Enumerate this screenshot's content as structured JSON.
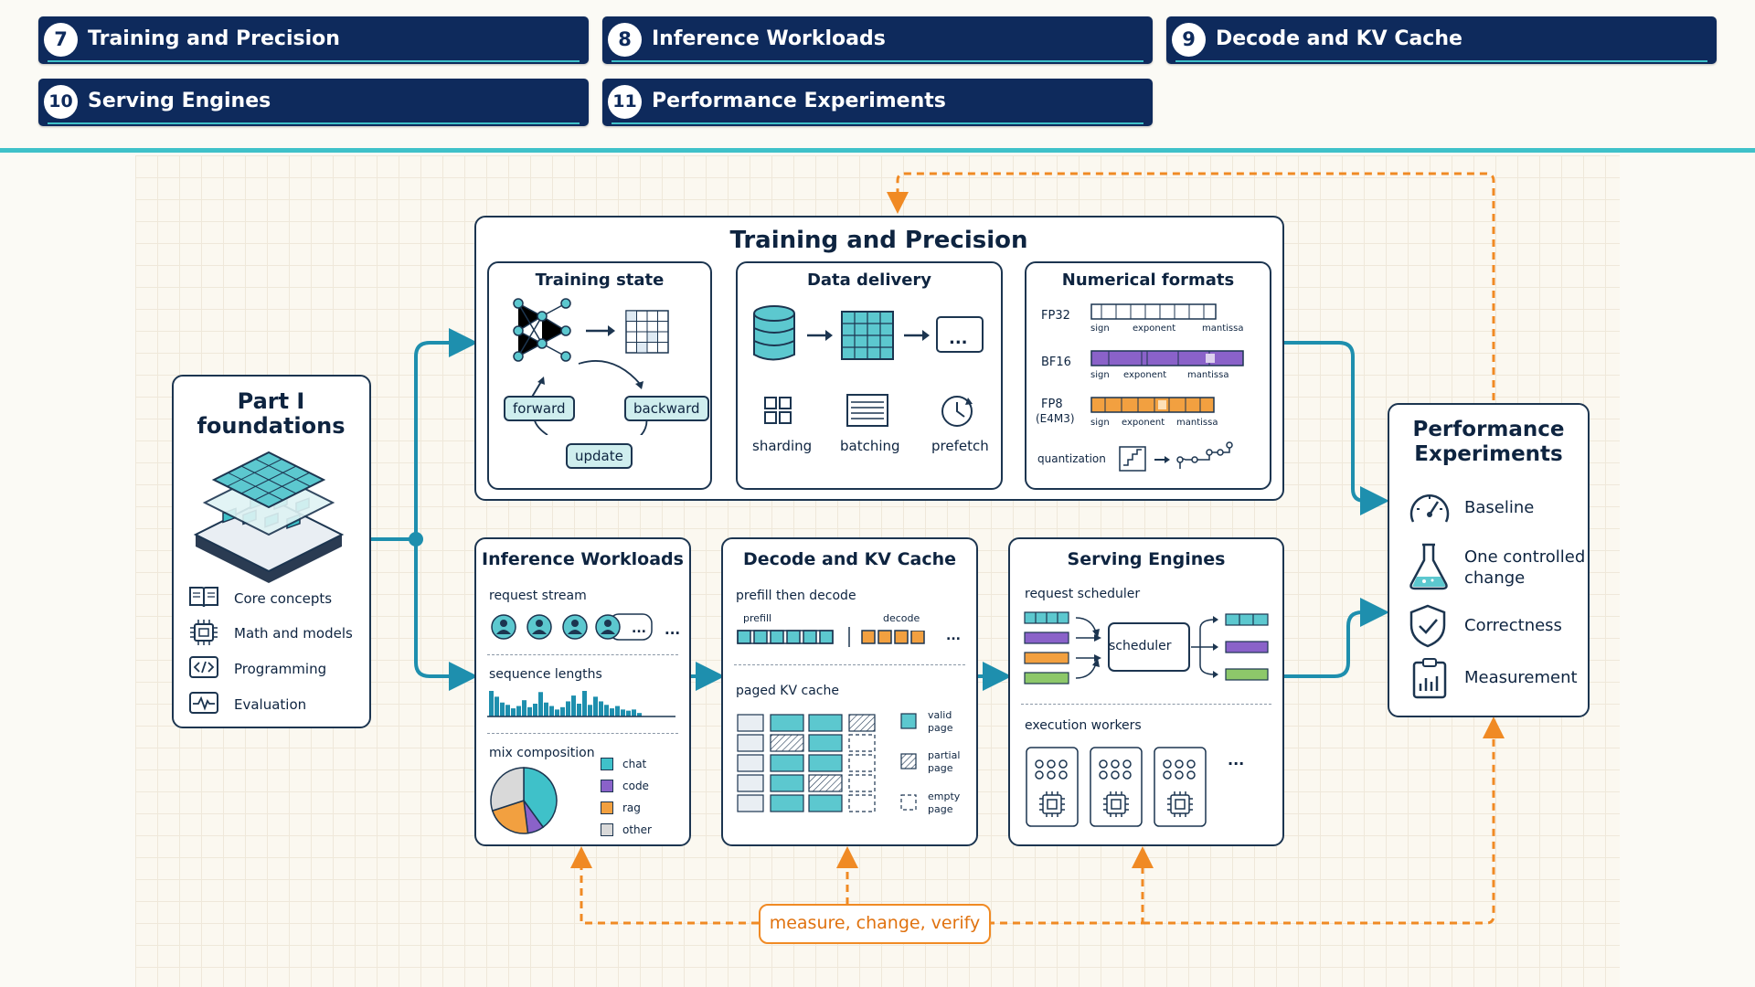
{
  "header": {
    "chips": [
      {
        "num": "7",
        "label": "Training and Precision"
      },
      {
        "num": "8",
        "label": "Inference Workloads"
      },
      {
        "num": "9",
        "label": "Decode and KV Cache"
      },
      {
        "num": "10",
        "label": "Serving Engines"
      },
      {
        "num": "11",
        "label": "Performance Experiments"
      }
    ]
  },
  "colors": {
    "navy": "#0e2a5c",
    "teal": "#3fc1c9",
    "teal_line": "#1e8fae",
    "orange": "#f08a24",
    "purple": "#8a62c9",
    "amber": "#f2a040",
    "green": "#8dc86a"
  },
  "foundations": {
    "title_line1": "Part I",
    "title_line2": "foundations",
    "items": [
      {
        "icon": "book-icon",
        "label": "Core concepts"
      },
      {
        "icon": "chip-icon",
        "label": "Math and models"
      },
      {
        "icon": "code-icon",
        "label": "Programming"
      },
      {
        "icon": "waveform-icon",
        "label": "Evaluation"
      }
    ]
  },
  "training": {
    "title": "Training and Precision",
    "state": {
      "title": "Training state",
      "forward": "forward",
      "backward": "backward",
      "update": "update"
    },
    "delivery": {
      "title": "Data delivery",
      "sharding": "sharding",
      "batching": "batching",
      "prefetch": "prefetch",
      "ellipsis": "..."
    },
    "formats": {
      "title": "Numerical formats",
      "fp32": "FP32",
      "bf16": "BF16",
      "fp8": "FP8",
      "fp8_sub": "(E4M3)",
      "sign": "sign",
      "exponent": "exponent",
      "mantissa": "mantissa",
      "quantization": "quantization"
    }
  },
  "inference": {
    "title": "Inference Workloads",
    "request_stream": "request stream",
    "ellipsis": "...",
    "sequence_lengths": "sequence lengths",
    "seq_bars": [
      22,
      17,
      12,
      10,
      7,
      9,
      14,
      8,
      11,
      21,
      12,
      9,
      6,
      8,
      13,
      18,
      11,
      22,
      10,
      17,
      13,
      10,
      7,
      9,
      6,
      5,
      6,
      3
    ],
    "mix_composition": "mix composition",
    "mix": [
      {
        "label": "chat",
        "color": "#3fc1c9",
        "value": 40
      },
      {
        "label": "code",
        "color": "#8a62c9",
        "value": 8
      },
      {
        "label": "rag",
        "color": "#f2a040",
        "value": 22
      },
      {
        "label": "other",
        "color": "#d9d9d9",
        "value": 30
      }
    ]
  },
  "decode": {
    "title": "Decode and KV Cache",
    "prefill_then_decode": "prefill then decode",
    "prefill": "prefill",
    "decode": "decode",
    "ellipsis": "...",
    "paged_kv": "paged KV cache",
    "valid_l1": "valid",
    "valid_l2": "page",
    "partial_l1": "partial",
    "partial_l2": "page",
    "empty_l1": "empty",
    "empty_l2": "page"
  },
  "serving": {
    "title": "Serving Engines",
    "request_scheduler": "request scheduler",
    "scheduler": "scheduler",
    "execution_workers": "execution workers",
    "ellipsis": "..."
  },
  "perf": {
    "title_line1": "Performance",
    "title_line2": "Experiments",
    "items": [
      {
        "icon": "gauge-icon",
        "label": "Baseline"
      },
      {
        "icon": "flask-icon",
        "label": "One controlled\nchange"
      },
      {
        "icon": "shield-check-icon",
        "label": "Correctness"
      },
      {
        "icon": "clipboard-chart-icon",
        "label": "Measurement"
      }
    ]
  },
  "loop": {
    "label": "measure, change, verify"
  }
}
